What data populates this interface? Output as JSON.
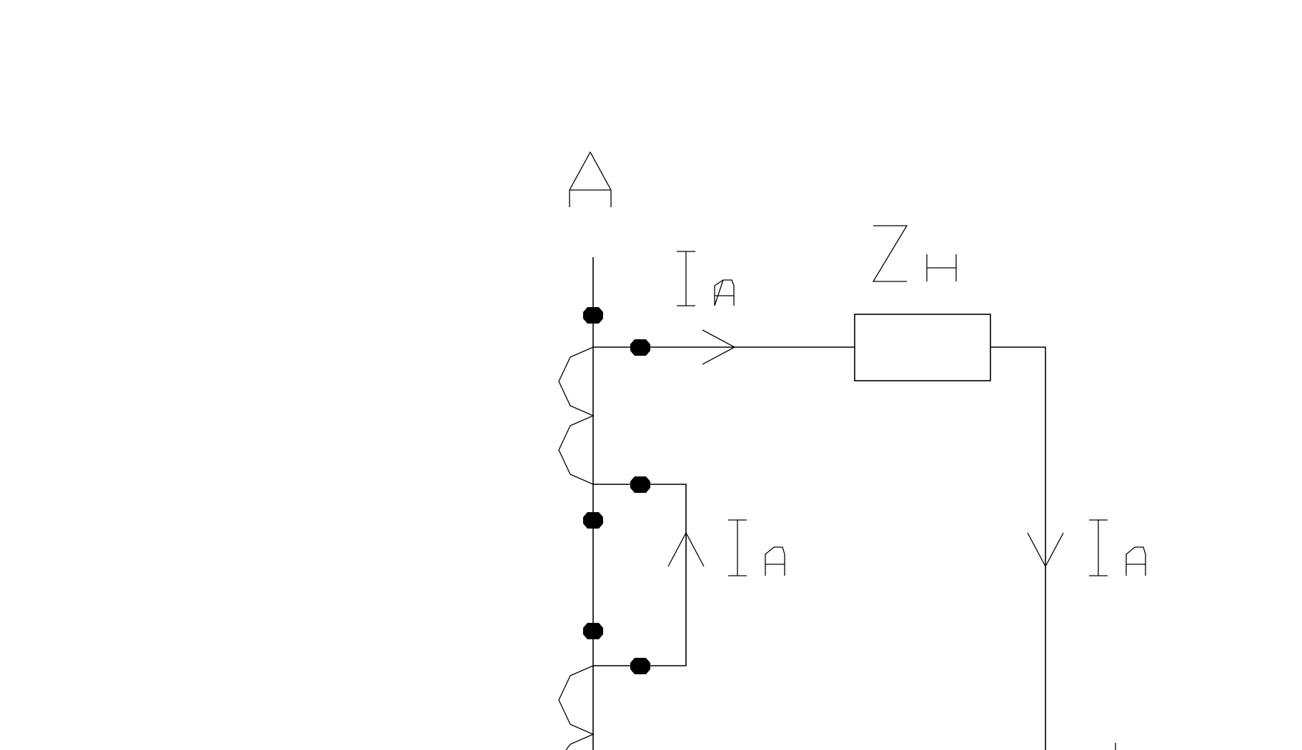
{
  "diagram": {
    "phase_label": "A",
    "impedance_label": {
      "main": "Z",
      "sub": "Н"
    },
    "current_labels": [
      {
        "main": "I",
        "sub": "A"
      },
      {
        "main": "I",
        "sub": "A"
      },
      {
        "main": "I",
        "sub": "A"
      }
    ],
    "colors": {
      "line": "#000000",
      "background": "#ffffff"
    }
  }
}
